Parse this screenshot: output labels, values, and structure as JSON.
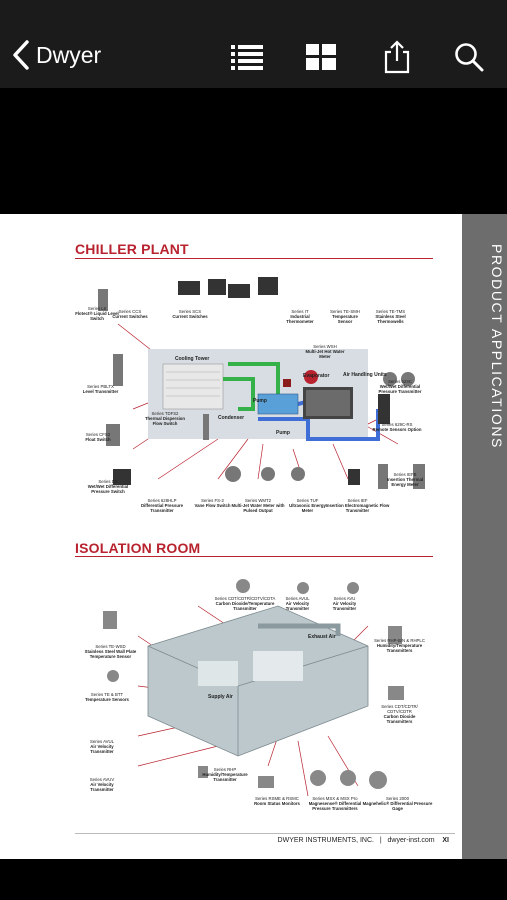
{
  "toolbar": {
    "back_label": "Dwyer",
    "icons": [
      "chevron-left-icon",
      "list-icon",
      "grid-icon",
      "share-icon",
      "search-icon"
    ]
  },
  "page": {
    "side_tab": "PRODUCT APPLICATIONS",
    "sections": [
      {
        "title": "CHILLER PLANT"
      },
      {
        "title": "ISOLATION ROOM"
      }
    ],
    "chiller_labels": {
      "cooling_tower": "Cooling Tower",
      "evaporator": "Evaporator",
      "condenser": "Condenser",
      "pump1": "Pump",
      "pump2": "Pump",
      "air_handling": "Air Handling Units",
      "ccs_series": "Series CCS",
      "ccs": "Current Switches",
      "scs_series": "Series SCS",
      "scs": "Current Switches",
      "it_series": "Series IT",
      "it": "Industrial Thermometer",
      "te_series": "Series TE-SMH",
      "te": "Temperature Sensor",
      "tw_series": "Series TE-TMS",
      "tw": "Stainless Steel Thermowells",
      "l6_series": "Series L6",
      "l6": "Flotect® Liquid Level Switch",
      "wsh_series": "Series WSH",
      "wsh": "Multi-Jet Hot Water Meter",
      "pbltx_series": "Series PBLTX",
      "pbltx": "Level Transmitter",
      "tdfs2_series": "Series TDFS2",
      "tdfs2": "Thermal Dispersion Flow Switch",
      "629c_series": "Series 629C",
      "629c": "Wet/Wet Differential Pressure Transmitter",
      "cfs2_series": "Series CFS2",
      "cfs2": "Float Switch",
      "629crs_series": "Series 629C-RS",
      "629crs": "Remote Sensors Option",
      "dx_series": "Series DX",
      "dx": "Wet/Wet Differential Pressure Switch",
      "iefb_series": "Series IEFB",
      "iefb": "Insertion Thermal Energy Meter",
      "628hlp_series": "Series 628HLP",
      "628hlp": "Differential Pressure Transmitter",
      "fs2_series": "Series FS-2",
      "fs2": "Vane Flow Switch",
      "wmt2_series": "Series WMT2",
      "wmt2": "Multi-Jet Water Meter with Pulsed Output",
      "tuf_series": "Series TUF",
      "tuf": "Ultrasonic Energy Meter",
      "ief_series": "Series IEF",
      "ief": "Insertion Electromagnetic Flow Transmitter"
    },
    "isolation_labels": {
      "cdt_series": "Series CDT/CDTR/CDTV/CDTA",
      "cdt": "Carbon Dioxide/Temperature Transmitter",
      "avul_series": "Series AVUL",
      "avul": "Air Velocity Transmitter",
      "avu_series": "Series AVU",
      "avu": "Air Velocity Transmitter",
      "tewsd_series": "Series TE-WSD",
      "tewsd": "Stainless Steel Wall Plate Temperature Sensor",
      "rhp_series": "Series RHP-B/N & RHPLC",
      "rhp": "Humidity/Temperature Transmitters",
      "tebt_series": "Series TE & BTT",
      "tebt": "Temperature Sensors",
      "cdt2_series": "Series CDT/CDTR/ CDTV/CDTR",
      "cdt2": "Carbon Dioxide Transmitters",
      "exhaust": "Exhaust Air",
      "supply": "Supply Air",
      "avul2_series": "Series AVUL",
      "avul2": "Air Velocity Transmitter",
      "avuv_series": "Series AVUV",
      "avuv": "Air Velocity Transmitter",
      "rhp2_series": "Series RHP",
      "rhp2": "Humidity/Temperature Transmitter",
      "rsme_series": "Series RSME & RSMC",
      "rsme": "Room Status Monitors",
      "msx_series": "Series MSX & MSX Pro",
      "msx": "Magnesense® Differential Pressure Transmitters",
      "2000_series": "Series 2000",
      "m2000": "Magnehelic® Differential Pressure Gage"
    },
    "footer_company": "DWYER INSTRUMENTS, INC.",
    "footer_sep": "|",
    "footer_url": "dwyer-inst.com",
    "footer_page": "XI"
  },
  "colors": {
    "accent": "#b8232f",
    "toolbar": "#1b1b1b",
    "side_tab": "#6d6d6d"
  }
}
